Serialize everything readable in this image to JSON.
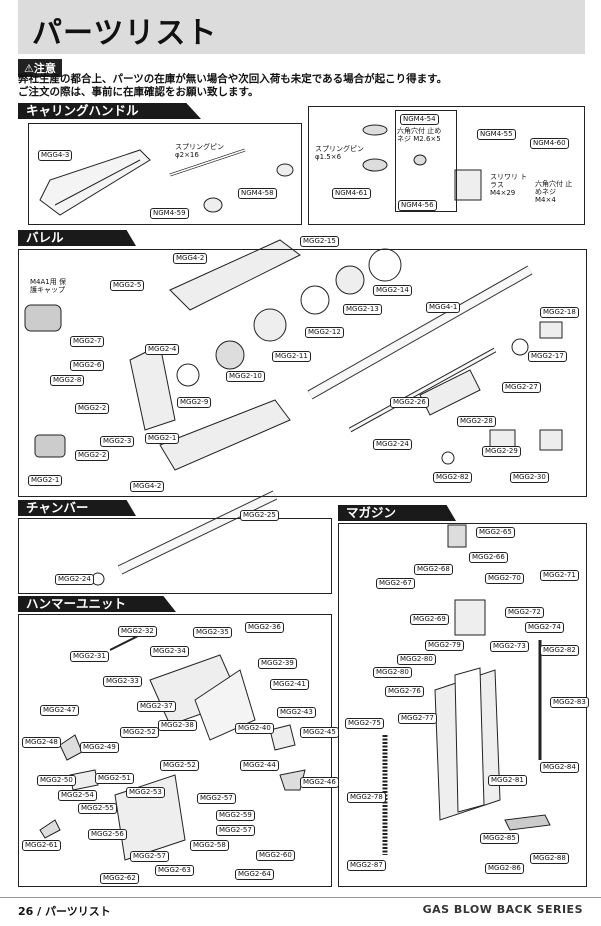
{
  "page": {
    "title": "パーツリスト",
    "notice_badge": "⚠注意",
    "notice_lines": [
      "弊社生産の都合上、パーツの在庫が無い場合や次回入荷も未定である場合が起こり得ます。",
      "ご注文の際は、事前に在庫確認をお願い致します。"
    ],
    "footer_left": "26 / パーツリスト",
    "footer_right": "GAS BLOW BACK SERIES"
  },
  "sections": {
    "carrying_handle": "キャリングハンドル",
    "barrel": "バレル",
    "chamber": "チャンバー",
    "magazine": "マガジン",
    "hammer_unit": "ハンマーユニット"
  },
  "notes": {
    "spring_pin_2x16": "スプリングピン φ2×16",
    "spring_pin_1_5x6": "スプリングピン φ1.5×6",
    "hex_screw_m2_6x5": "六角穴付 止めネジ M2.6×5",
    "sleeve_truss": "スリワリ トラス M4×29",
    "hex_screw_m4x4": "六角穴付 止めネジ M4×4",
    "m4a1_cap": "M4A1用 保護キャップ"
  },
  "parts": {
    "p001": "MGG4-3",
    "p002": "NGM4-59",
    "p003": "NGM4-58",
    "p004": "NGM4-61",
    "p005": "NGM4-54",
    "p006": "NGM4-55",
    "p007": "NGM4-56",
    "p008": "NGM4-60",
    "p009": "MGG4-2",
    "p010": "MGG2-15",
    "p011": "MGG2-5",
    "p012": "MGG2-14",
    "p013": "MGG2-13",
    "p014": "MGG4-1",
    "p015": "MGG2-18",
    "p016": "MGG2-7",
    "p017": "MGG2-4",
    "p018": "MGG2-12",
    "p019": "MGG2-6",
    "p020": "MGG2-11",
    "p021": "MGG2-17",
    "p022": "MGG2-10",
    "p023": "MGG2-8",
    "p024": "MGG2-9",
    "p025": "MGG2-2",
    "p026": "MGG2-3",
    "p027": "MGG2-26",
    "p028": "MGG2-27",
    "p029": "MGG2-28",
    "p030": "MGG2-24",
    "p031": "MGG2-29",
    "p032": "MGG2-1",
    "p033": "MGG4-2",
    "p034": "MGG2-82",
    "p035": "MGG2-30",
    "p036": "MGG2-25",
    "p037": "MGG2-24",
    "p038": "MGG2-65",
    "p039": "MGG2-68",
    "p040": "MGG2-66",
    "p041": "MGG2-67",
    "p042": "MGG2-70",
    "p043": "MGG2-71",
    "p044": "MGG2-69",
    "p045": "MGG2-72",
    "p046": "MGG2-74",
    "p047": "MGG2-79",
    "p048": "MGG2-73",
    "p049": "MGG2-82",
    "p050": "MGG2-80",
    "p051": "MGG2-80",
    "p052": "MGG2-76",
    "p053": "MGG2-77",
    "p054": "MGG2-83",
    "p055": "MGG2-75",
    "p056": "MGG2-84",
    "p057": "MGG2-81",
    "p058": "MGG2-78",
    "p059": "MGG2-85",
    "p060": "MGG2-87",
    "p061": "MGG2-86",
    "p062": "MGG2-88",
    "p063": "MGG2-32",
    "p064": "MGG2-35",
    "p065": "MGG2-36",
    "p066": "MGG2-31",
    "p067": "MGG2-34",
    "p068": "MGG2-39",
    "p069": "MGG2-33",
    "p070": "MGG2-41",
    "p071": "MGG2-37",
    "p072": "MGG2-38",
    "p073": "MGG2-43",
    "p074": "MGG2-47",
    "p075": "MGG2-40",
    "p076": "MGG2-48",
    "p077": "MGG2-49",
    "p078": "MGG2-50",
    "p079": "MGG2-52",
    "p080": "MGG2-45",
    "p081": "MGG2-44",
    "p082": "MGG2-51",
    "p083": "MGG2-52",
    "p084": "MGG2-53",
    "p085": "MGG2-46",
    "p086": "MGG2-54",
    "p087": "MGG2-57",
    "p088": "MGG2-55",
    "p089": "MGG2-59",
    "p090": "MGG2-57",
    "p091": "MGG2-56",
    "p092": "MGG2-61",
    "p093": "MGG2-58",
    "p094": "MGG2-60",
    "p095": "MGG2-57",
    "p096": "MGG2-63",
    "p097": "MGG2-62",
    "p098": "MGG2-64"
  }
}
